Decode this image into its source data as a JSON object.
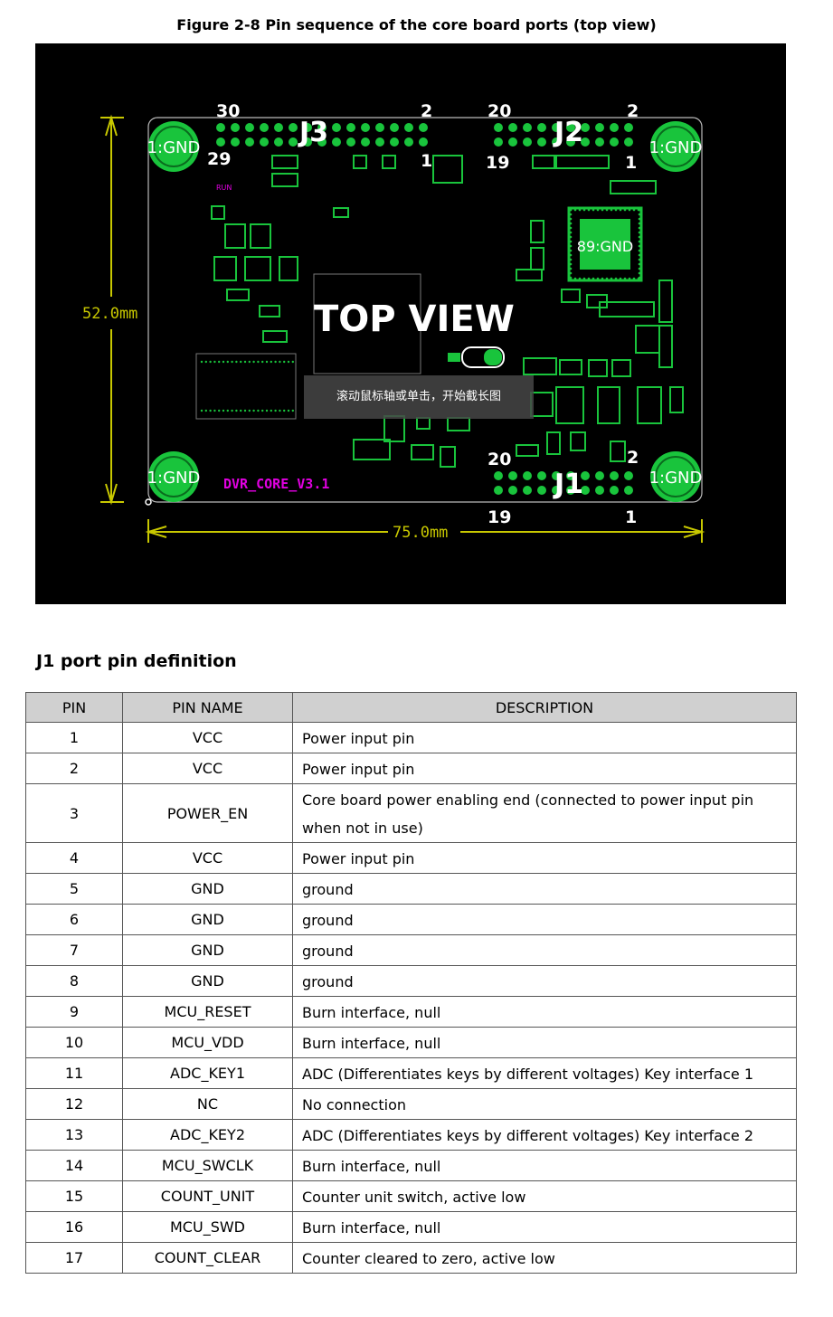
{
  "figure": {
    "caption": "Figure 2-8 Pin sequence of the core board ports (top view)",
    "board": {
      "top_view_label": "TOP VIEW",
      "board_name": "DVR_CORE_V3.1",
      "height_dim": "52.0mm",
      "width_dim": "75.0mm",
      "gnd_label": "1:GND",
      "chip_label": "89:GND",
      "run_label": "RUN",
      "j3": {
        "name": "J3",
        "pin_tl": "30",
        "pin_tr": "2",
        "pin_bl": "29",
        "pin_br": "1"
      },
      "j2": {
        "name": "J2",
        "pin_tl": "20",
        "pin_tr": "2",
        "pin_bl": "19",
        "pin_br": "1"
      },
      "j1": {
        "name": "J1",
        "pin_tl": "20",
        "pin_tr": "2",
        "pin_bl": "19",
        "pin_br": "1"
      },
      "overlay_tip": "滚动鼠标轴或单击，开始截长图"
    }
  },
  "section_title": "J1 port pin definition",
  "table": {
    "headers": [
      "PIN",
      "PIN NAME",
      "DESCRIPTION"
    ],
    "rows": [
      {
        "pin": "1",
        "name": "VCC",
        "desc": "Power input pin"
      },
      {
        "pin": "2",
        "name": "VCC",
        "desc": "Power input pin"
      },
      {
        "pin": "3",
        "name": "POWER_EN",
        "desc": "Core board power enabling end (connected to power input pin when not in use)"
      },
      {
        "pin": "4",
        "name": "VCC",
        "desc": "Power input pin"
      },
      {
        "pin": "5",
        "name": "GND",
        "desc": "ground"
      },
      {
        "pin": "6",
        "name": "GND",
        "desc": "ground"
      },
      {
        "pin": "7",
        "name": "GND",
        "desc": "ground"
      },
      {
        "pin": "8",
        "name": "GND",
        "desc": "ground"
      },
      {
        "pin": "9",
        "name": "MCU_RESET",
        "desc": "Burn interface, null"
      },
      {
        "pin": "10",
        "name": "MCU_VDD",
        "desc": "Burn interface, null"
      },
      {
        "pin": "11",
        "name": "ADC_KEY1",
        "desc": "ADC (Differentiates keys by different voltages) Key interface 1"
      },
      {
        "pin": "12",
        "name": "NC",
        "desc": "No connection"
      },
      {
        "pin": "13",
        "name": "ADC_KEY2",
        "desc": "ADC (Differentiates keys by different voltages) Key interface 2"
      },
      {
        "pin": "14",
        "name": "MCU_SWCLK",
        "desc": "Burn interface, null"
      },
      {
        "pin": "15",
        "name": "COUNT_UNIT",
        "desc": "Counter unit switch, active low"
      },
      {
        "pin": "16",
        "name": "MCU_SWD",
        "desc": "Burn interface, null"
      },
      {
        "pin": "17",
        "name": "COUNT_CLEAR",
        "desc": "Counter cleared to zero, active low"
      }
    ]
  },
  "colors": {
    "pcb_bg": "#000000",
    "pad": "#19c43c",
    "dim": "#c8c800",
    "silk_magenta": "#e000e0"
  }
}
